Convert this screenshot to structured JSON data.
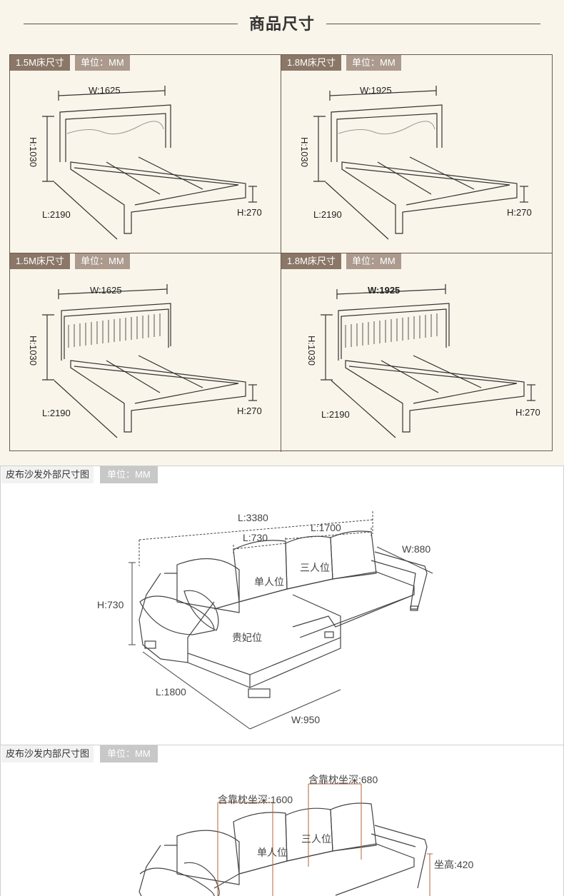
{
  "header": {
    "title": "商品尺寸"
  },
  "beds": [
    {
      "size": "1.5M床尺寸",
      "unit": "单位：MM",
      "width": "W:1625",
      "height": "H:1030",
      "length": "L:2190",
      "frame_height": "H:270"
    },
    {
      "size": "1.8M床尺寸",
      "unit": "单位：MM",
      "width": "W:1925",
      "height": "H:1030",
      "length": "L:2190",
      "frame_height": "H:270"
    },
    {
      "size": "1.5M床尺寸",
      "unit": "单位：MM",
      "width": "W:1625",
      "height": "H:1030",
      "length": "L:2190",
      "frame_height": "H:270"
    },
    {
      "size": "1.8M床尺寸",
      "unit": "单位：MM",
      "width": "W:1925",
      "height": "H:1030",
      "length": "L:2190",
      "frame_height": "H:270"
    }
  ],
  "sofa_outer": {
    "label": "皮布沙发外部尺寸图",
    "unit": "单位：MM",
    "total_length": "L:3380",
    "seat_length": "L:730",
    "three_seat_length": "L:1700",
    "width": "W:880",
    "height": "H:730",
    "chaise_length": "L:1800",
    "chaise_width": "W:950",
    "single_seat": "单人位",
    "three_seat": "三人位",
    "chaise": "贵妃位"
  },
  "sofa_inner": {
    "label": "皮布沙发内部尺寸图",
    "unit": "单位：MM",
    "depth_1600": "含靠枕坐深:1600",
    "depth_680": "含靠枕坐深:680",
    "single_seat": "单人位",
    "three_seat": "三人位",
    "seat_height": "坐高:420"
  }
}
